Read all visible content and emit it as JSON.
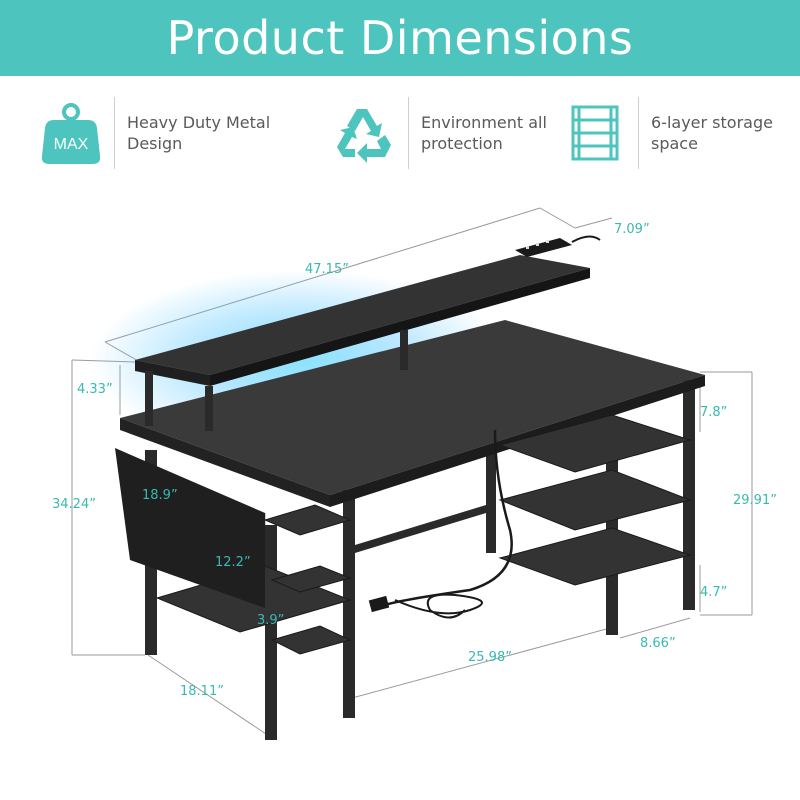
{
  "header": {
    "title": "Product Dimensions"
  },
  "features": [
    {
      "icon": "max-weight-icon",
      "badge": "MAX",
      "label": "Heavy Duty Metal Design"
    },
    {
      "icon": "recycle-icon",
      "label": "Environment all protection"
    },
    {
      "icon": "shelf-icon",
      "label": "6-layer storage space"
    }
  ],
  "dimensions": {
    "width": "47.15”",
    "monitor_depth": "7.09”",
    "riser_height": "4.33”",
    "total_height": "34.24”",
    "bag_width": "18.9”",
    "bag_height": "12.2”",
    "bag_depth": "3.9”",
    "depth": "18.11”",
    "knee_width": "25.98”",
    "shelf_depth": "8.66”",
    "shelf_gap": "7.8”",
    "desk_height": "29.91”",
    "floor_gap": "4.7”"
  },
  "colors": {
    "accent": "#4dc4bd",
    "dimension_text": "#38b9b2",
    "furniture": "#2b2b2b",
    "glow": "#7fe0ff"
  }
}
